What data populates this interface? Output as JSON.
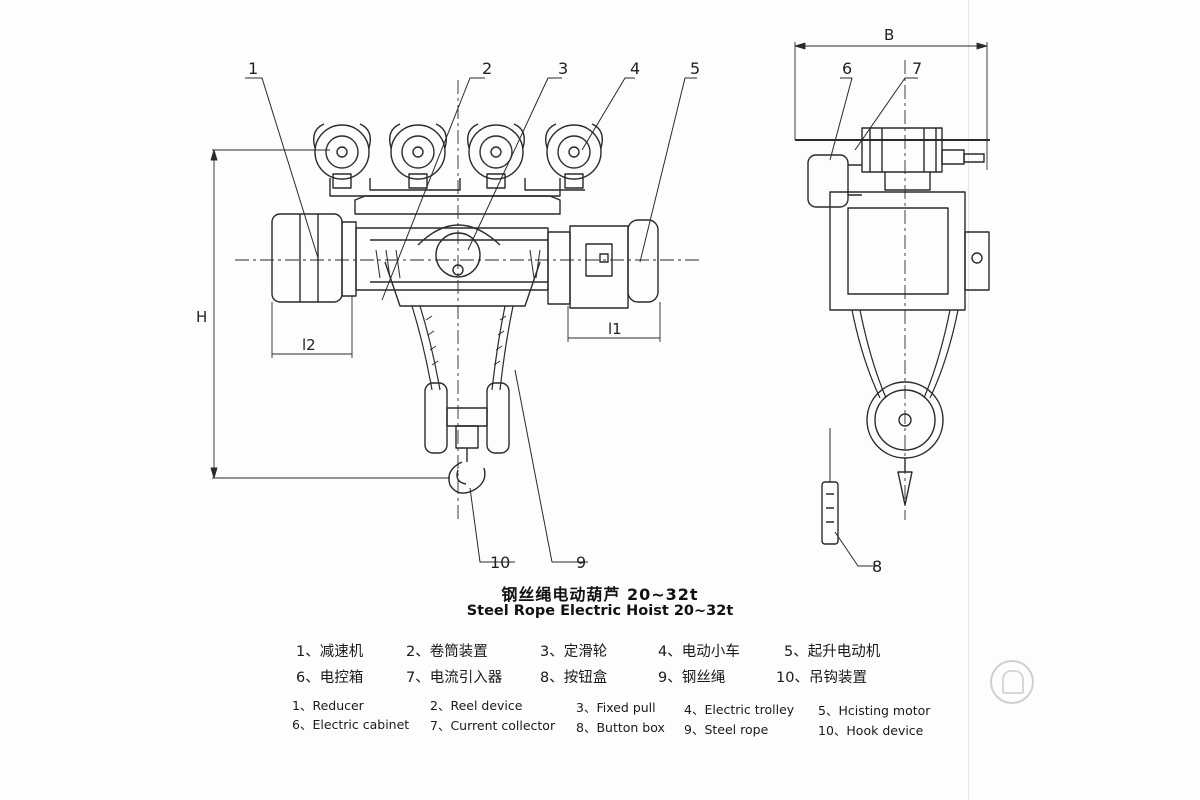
{
  "diagram": {
    "title_cn": "钢丝绳电动葫芦 20~32t",
    "title_en": "Steel Rope Electric Hoist 20~32t",
    "dimensions": {
      "H": "H",
      "B": "B",
      "l1": "l1",
      "l2": "l2"
    },
    "callouts": [
      "1",
      "2",
      "3",
      "4",
      "5",
      "6",
      "7",
      "8",
      "9",
      "10"
    ],
    "parts_cn": [
      "1、减速机",
      "2、卷筒装置",
      "3、定滑轮",
      "4、电动小车",
      "5、起升电动机",
      "6、电控箱",
      "7、电流引入器",
      "8、按钮盒",
      "9、钢丝绳",
      "10、吊钩装置"
    ],
    "parts_en": [
      "1、Reducer",
      "2、Reel device",
      "3、Fixed pull",
      "4、Electric trolley",
      "5、Hcisting motor",
      "6、Electric cabinet",
      "7、Current collector",
      "8、Button box",
      "9、Steel rope",
      "10、Hook device"
    ]
  }
}
